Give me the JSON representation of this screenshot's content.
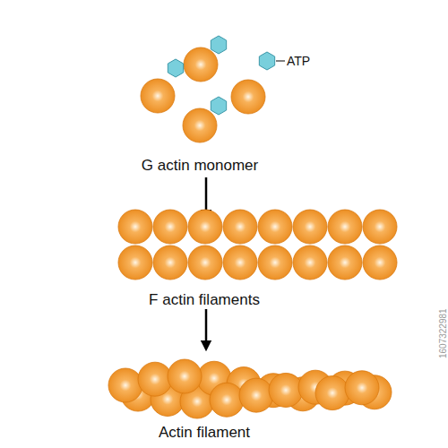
{
  "diagram": {
    "labels": [
      "ATP",
      "G actin monomer",
      "F actin filaments",
      "Actin filament",
      "1607322981"
    ]
  }
}
